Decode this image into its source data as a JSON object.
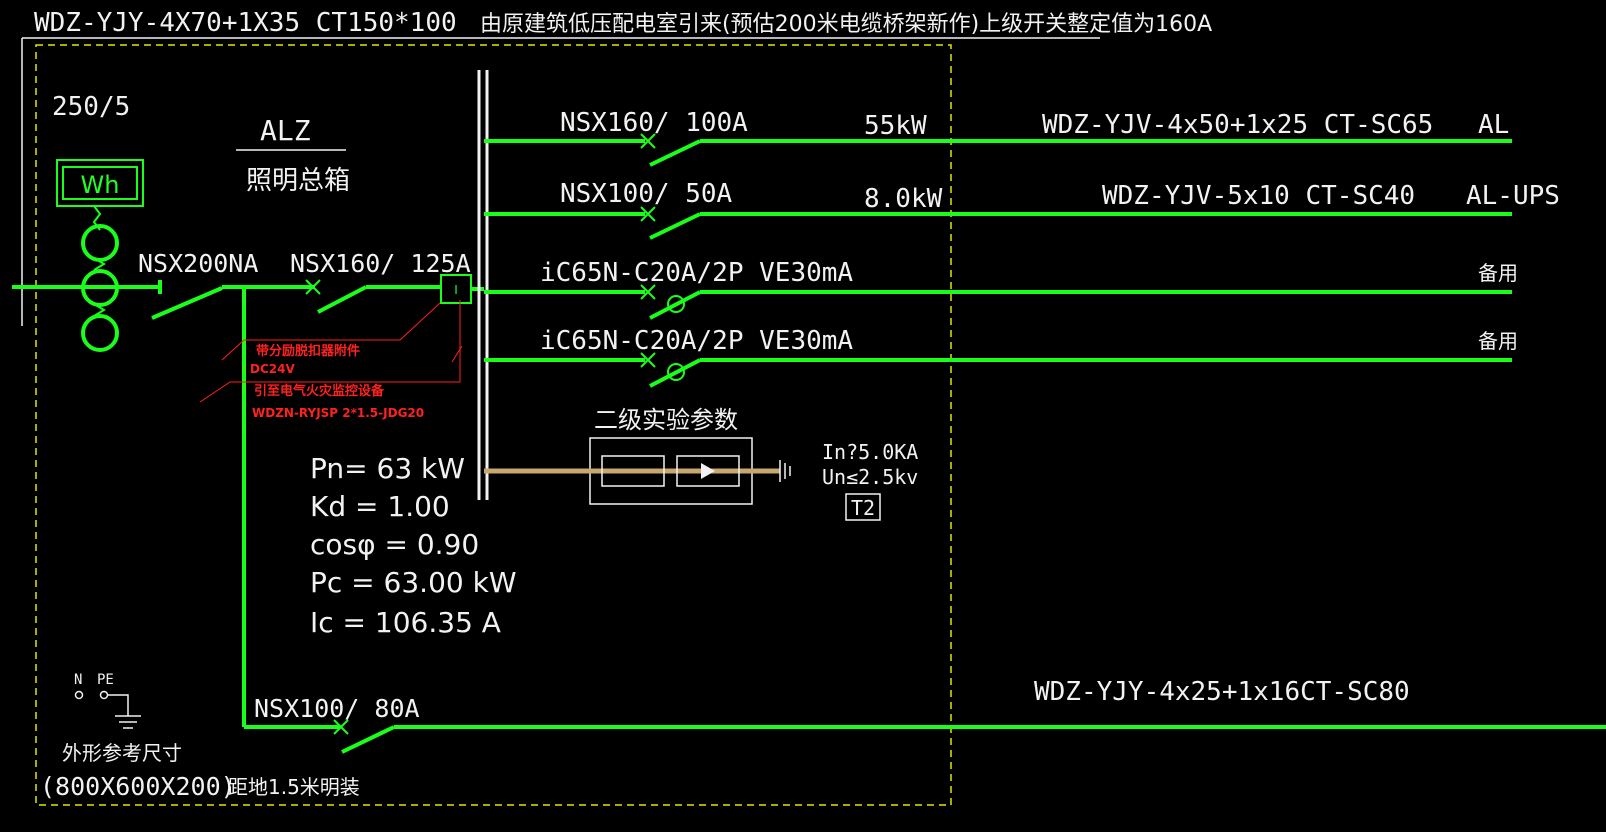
{
  "header": {
    "cable": "WDZ-YJY-4X70+1X35 CT150*100",
    "note": "由原建筑低压配电室引来(预估200米电缆桥架新作)上级开关整定值为160A"
  },
  "ct_ratio": "250/5",
  "meter": "Wh",
  "panel": {
    "code": "ALZ",
    "name": "照明总箱"
  },
  "main_breakers": {
    "isolator": "NSX200NA",
    "breaker": "NSX160/ 125A"
  },
  "shunt_notes": [
    "带分励脱扣器附件",
    "DC24V",
    "引至电气火灾监控设备",
    "WDZN-RYJSP 2*1.5-JDG20"
  ],
  "circuits": [
    {
      "breaker": "NSX160/ 100A",
      "power": "55kW",
      "cable": "WDZ-YJV-4x50+1x25 CT-SC65",
      "dest": "AL"
    },
    {
      "breaker": "NSX100/ 50A",
      "power": "8.0kW",
      "cable": "WDZ-YJV-5x10 CT-SC40",
      "dest": "AL-UPS"
    },
    {
      "breaker": "iC65N-C20A/2P VE30mA",
      "dest": "备用"
    },
    {
      "breaker": "iC65N-C20A/2P VE30mA",
      "dest": "备用"
    }
  ],
  "spd": {
    "title": "二级实验参数",
    "in": "In?5.0KA",
    "un": "Un≤2.5kv",
    "class": "T2"
  },
  "load_calc": [
    "Pn= 63 kW",
    "Kd = 1.00",
    "cosφ = 0.90",
    "Pc = 63.00 kW",
    "Ic = 106.35 A"
  ],
  "earth": {
    "n": "N",
    "pe": "PE"
  },
  "bottom_circuit": {
    "breaker": "NSX100/ 80A",
    "cable": "WDZ-YJY-4x25+1x16CT-SC80"
  },
  "dimensions": {
    "label": "外形参考尺寸",
    "size": "(800X600X200)",
    "mount": "距地1.5米明装"
  },
  "colors": {
    "background": "#000000",
    "wire": "#1aff1a",
    "text": "#f2f2f2",
    "note": "#ff2020",
    "frame": "#e6e600",
    "spd_bus": "#c8a86e"
  }
}
